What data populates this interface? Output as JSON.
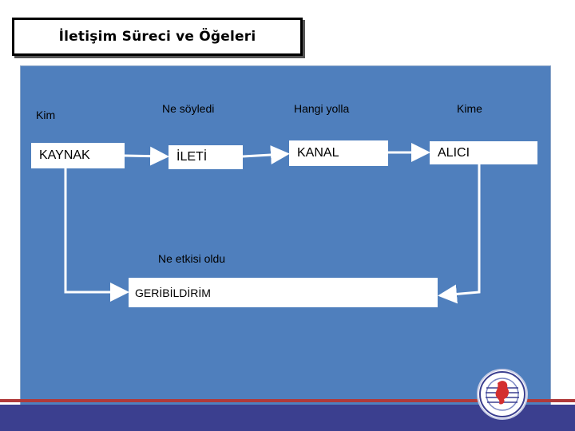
{
  "title": "İletişim Süreci ve Öğeleri",
  "labels": {
    "kim": "Kim",
    "ne_soyledi": "Ne söyledi",
    "hangi_yolla": "Hangi yolla",
    "kime": "Kime",
    "ne_etkisi_oldu": "Ne etkisi oldu"
  },
  "boxes": {
    "kaynak": "KAYNAK",
    "ileti": "İLETİ",
    "kanal": "KANAL",
    "alici": "ALICI",
    "geribildirim": "GERİBİLDİRİM"
  },
  "colors": {
    "panel": "#4f7fbd",
    "bottom_bar": "#3b3f8f",
    "accent_red": "#b03a3a"
  },
  "logo_icon": "university-seal-icon"
}
